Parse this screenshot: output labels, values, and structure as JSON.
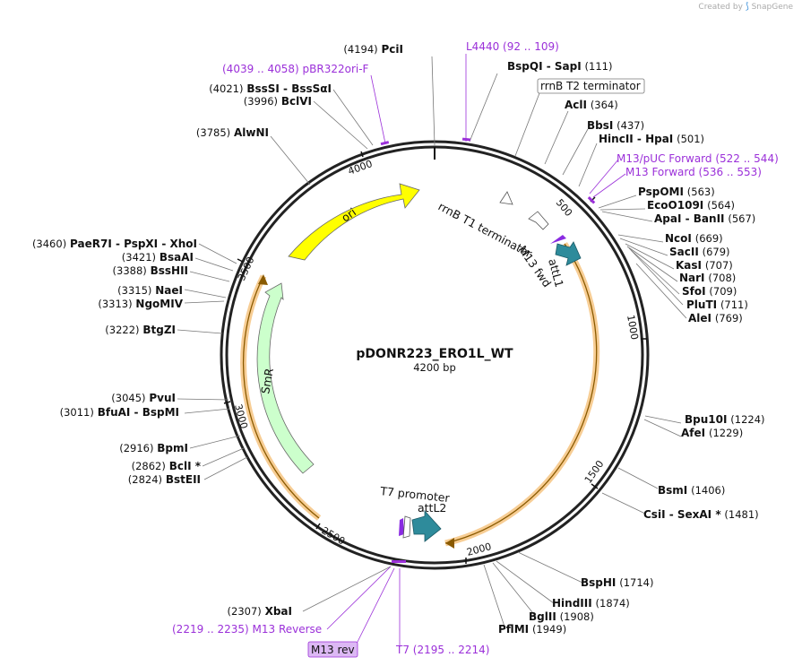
{
  "brand": {
    "prefix": "Created by",
    "name": "SnapGene"
  },
  "plasmid": {
    "name": "pDONR223_ERO1L_WT",
    "size_label": "4200 bp",
    "length": 4200
  },
  "tick_labels": [
    "500",
    "1000",
    "1500",
    "2000",
    "2500",
    "3000",
    "3500",
    "4000"
  ],
  "features": [
    {
      "name": "ori",
      "color": "#ffff00"
    },
    {
      "name": "SmR",
      "color": "#ccffcc"
    },
    {
      "name": "attL1",
      "color": "#2e8b9b"
    },
    {
      "name": "attL2",
      "color": "#2e8b9b"
    },
    {
      "name": "rrnB T1 terminator",
      "color": "#ffffff"
    },
    {
      "name": "M13 fwd",
      "color": "#ffffff"
    },
    {
      "name": "T7 promoter",
      "color": "#ffffff"
    }
  ],
  "boxed_labels": [
    {
      "name": "rrnB T2 terminator",
      "style": "box-gray"
    },
    {
      "name": "M13 rev",
      "style": "box-purple"
    }
  ],
  "enzyme_labels": [
    {
      "pos": "(4194)",
      "name": "PciI"
    },
    {
      "pos": "(111)",
      "name": "BspQI - SapI"
    },
    {
      "pos": "(364)",
      "name": "AclI"
    },
    {
      "pos": "(437)",
      "name": "BbsI"
    },
    {
      "pos": "(501)",
      "name": "HincII - HpaI"
    },
    {
      "pos": "(563)",
      "name": "PspOMI"
    },
    {
      "pos": "(564)",
      "name": "EcoO109I"
    },
    {
      "pos": "(567)",
      "name": "ApaI - BanII"
    },
    {
      "pos": "(669)",
      "name": "NcoI"
    },
    {
      "pos": "(679)",
      "name": "SacII"
    },
    {
      "pos": "(707)",
      "name": "KasI"
    },
    {
      "pos": "(708)",
      "name": "NarI"
    },
    {
      "pos": "(709)",
      "name": "SfoI"
    },
    {
      "pos": "(711)",
      "name": "PluTI"
    },
    {
      "pos": "(769)",
      "name": "AleI"
    },
    {
      "pos": "(1224)",
      "name": "Bpu10I"
    },
    {
      "pos": "(1229)",
      "name": "AfeI"
    },
    {
      "pos": "(1406)",
      "name": "BsmI"
    },
    {
      "pos": "(1481)",
      "name": "CsiI - SexAI *"
    },
    {
      "pos": "(1714)",
      "name": "BspHI"
    },
    {
      "pos": "(1874)",
      "name": "HindIII"
    },
    {
      "pos": "(1908)",
      "name": "BglII"
    },
    {
      "pos": "(1949)",
      "name": "PflMI"
    },
    {
      "pos": "(2307)",
      "name": "XbaI"
    },
    {
      "pos": "(2824)",
      "name": "BstEII"
    },
    {
      "pos": "(2862)",
      "name": "BclI *"
    },
    {
      "pos": "(2916)",
      "name": "BpmI"
    },
    {
      "pos": "(3011)",
      "name": "BfuAI - BspMI"
    },
    {
      "pos": "(3045)",
      "name": "PvuI"
    },
    {
      "pos": "(3222)",
      "name": "BtgZI"
    },
    {
      "pos": "(3313)",
      "name": "NgoMIV"
    },
    {
      "pos": "(3315)",
      "name": "NaeI"
    },
    {
      "pos": "(3388)",
      "name": "BssHII"
    },
    {
      "pos": "(3421)",
      "name": "BsaAI"
    },
    {
      "pos": "(3460)",
      "name": "PaeR7I - PspXI - XhoI"
    },
    {
      "pos": "(3785)",
      "name": "AlwNI"
    },
    {
      "pos": "(3996)",
      "name": "BclVI"
    },
    {
      "pos": "(4021)",
      "name": "BssSI - BssSαI"
    }
  ],
  "primer_labels": [
    {
      "name": "L4440",
      "range": "(92 .. 109)"
    },
    {
      "name": "M13/pUC Forward",
      "range": "(522 .. 544)"
    },
    {
      "name": "M13 Forward",
      "range": "(536 .. 553)"
    },
    {
      "name": "M13 Reverse",
      "range": "(2219 .. 2235)"
    },
    {
      "name": "T7",
      "range": "(2195 .. 2214)"
    },
    {
      "name": "pBR322ori-F",
      "range": "(4039 .. 4058)"
    }
  ]
}
